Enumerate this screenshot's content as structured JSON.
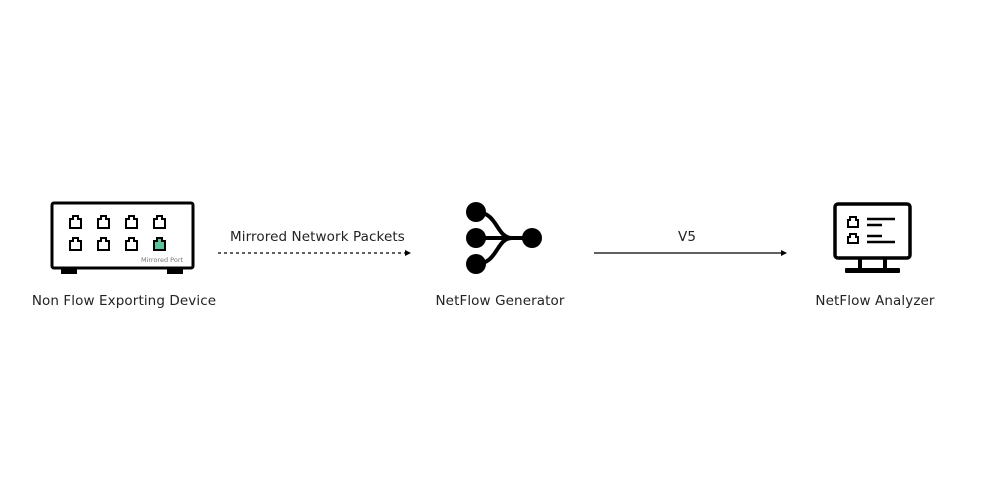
{
  "nodes": {
    "source": {
      "label": "Non Flow Exporting Device",
      "port_label": "Mirrored Port",
      "icon": "network-switch-icon"
    },
    "generator": {
      "label": "NetFlow Generator",
      "icon": "flow-merge-icon"
    },
    "analyzer": {
      "label": "NetFlow Analyzer",
      "icon": "monitor-icon"
    }
  },
  "edges": {
    "source_to_generator": {
      "label": "Mirrored Network Packets",
      "style": "dashed"
    },
    "generator_to_analyzer": {
      "label": "V5",
      "style": "solid"
    }
  },
  "colors": {
    "icon": "#000000",
    "mirrored_port": "#5cc49a",
    "text": "#222222"
  }
}
